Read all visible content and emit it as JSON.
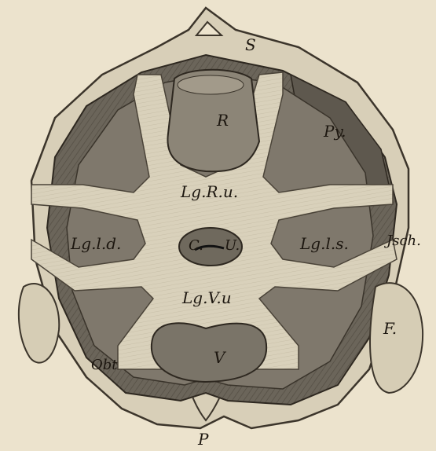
{
  "labels": {
    "symphysis": "S",
    "rectum": "R",
    "pyriformis": "Py.",
    "lig_recto_uterinum": "Lg.R.u.",
    "lig_lat_dext": "Lg.l.d.",
    "cervix": "C.",
    "uterus": "U.",
    "lig_lat_sin": "Lg.l.s.",
    "ischium": "Jsch.",
    "lig_vesico_uterinum": "Lg.V.u",
    "femur": "F.",
    "obturator": "Obt",
    "bladder": "V",
    "perineum": "P"
  },
  "colors": {
    "paper": "#ece3cd",
    "bone": "#d8cfb8",
    "muscle": "#6e685d",
    "cavity": "#7f786c",
    "ligament": "#d9d1bb",
    "organ": "#8c8577",
    "ink": "#1d1710"
  }
}
